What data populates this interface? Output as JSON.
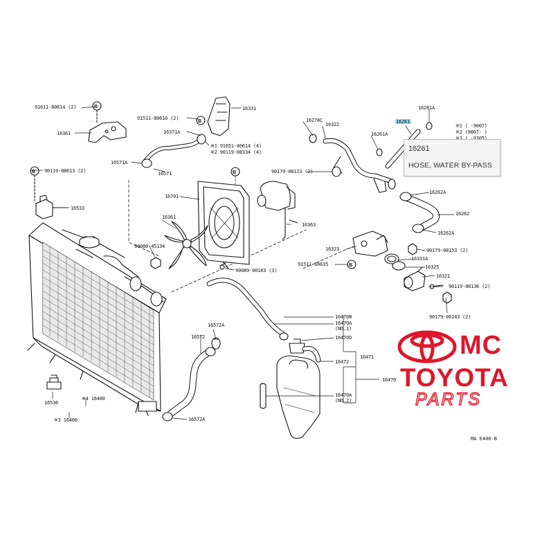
{
  "tooltip": {
    "code": "16261",
    "description": "HOSE, WATER BY-PASS"
  },
  "watermark": {
    "line1": "MC",
    "line2": "TOYOTA",
    "line3": "PARTS",
    "color": "#e0162b"
  },
  "figure_ref": "MA E400-B",
  "labels": {
    "p91611_80614": "91611-80614 (2)",
    "p16361_bracket": "16361",
    "p90119_08613": "90119-08613 (2)",
    "p16533": "16533",
    "p91511_80616": "91511-80616 (2)",
    "p16331": "16331",
    "p16371A": "16371A",
    "note1_91651": "※1 91651-40614 (4)",
    "note2_90119": "※2 90119-08334 (4)",
    "p16571A": "16571A",
    "p16571": "16571",
    "p16701": "16701",
    "p16361_fan": "16361",
    "p16363": "16363",
    "p90080_45134": "90080-45134",
    "p90089_00183": "90089-00183 (3)",
    "p16278C": "16278C",
    "p16322": "16322",
    "p16261A": "16261A",
    "p16261": "16261",
    "p16281A": "16281A",
    "notes_1": "※1 (   -9007)",
    "notes_2": "※2 (9007-   )",
    "notes_3": "※3 (   -9305)",
    "p90179_08123": "90179-08123 (2)",
    "p16262A_top": "16262A",
    "p16262": "16262",
    "p16262A_bot": "16262A",
    "p16323": "16323",
    "p90179_08153": "90179-08153 (2)",
    "p16331A": "16331A",
    "p91511_60635": "91511-60635",
    "p16325": "16325",
    "p16321": "16321",
    "p90119_08136": "90119-08136 (2)",
    "p90179_06143": "90179-06143 (2)",
    "p16470B": "16470B",
    "p16470A_1": "16470A",
    "p16470A_1n": "(NO.1)",
    "p16470D": "16470D",
    "p16472": "16472",
    "p16471": "16471",
    "p16470": "16470",
    "p16470A_2": "16470A",
    "p16470A_2n": "(NO.2)",
    "p16572A_top": "16572A",
    "p16572": "16572",
    "p16572A_bot": "16572A",
    "p16536": "16536",
    "p16400": "※4 16400",
    "p18400": "※3 16400"
  }
}
